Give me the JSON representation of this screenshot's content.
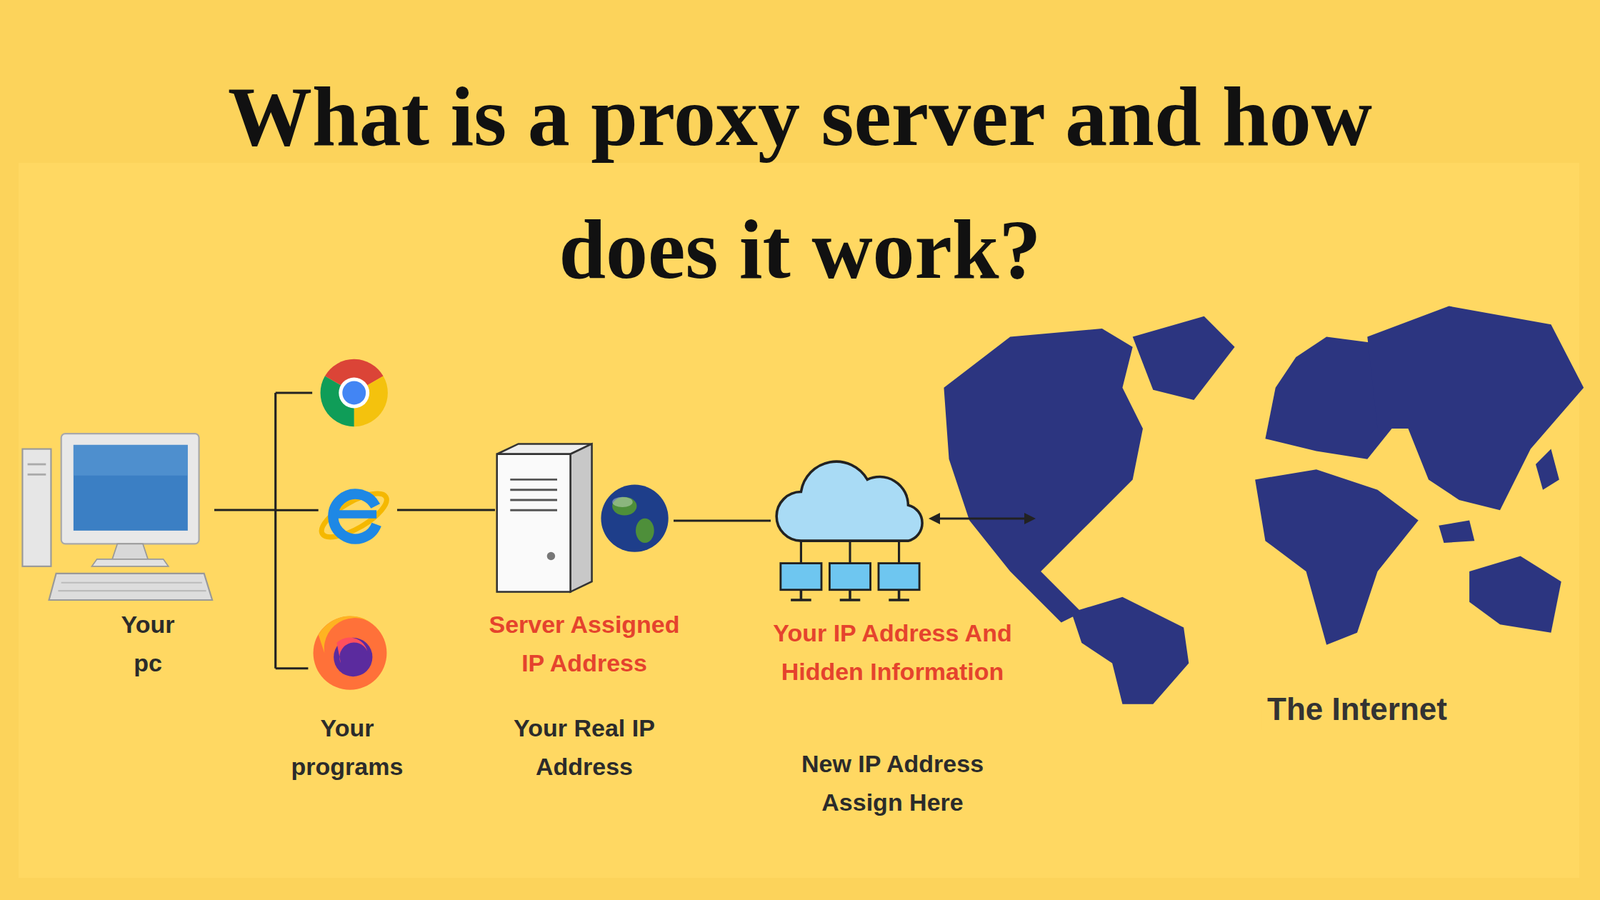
{
  "diagram": {
    "title": "What is a proxy server and how does it work?",
    "nodes": [
      {
        "text": [
          "Your pc"
        ]
      },
      {
        "text": [
          "Your programs"
        ]
      },
      {
        "text": [
          "Server Assigned IP Address",
          "Your Real IP Address"
        ]
      },
      {
        "text": [
          "Your IP Address And Hidden Information",
          "New IP Address Assign Here"
        ]
      },
      {
        "text": [
          "The Internet"
        ]
      }
    ],
    "edges": [
      {
        "from": 0,
        "to": 1,
        "arrow": "none"
      },
      {
        "from": 1,
        "to": 2,
        "arrow": "none"
      },
      {
        "from": 2,
        "to": 3,
        "arrow": "none"
      },
      {
        "from": 3,
        "to": 4,
        "arrow": "both"
      }
    ]
  }
}
